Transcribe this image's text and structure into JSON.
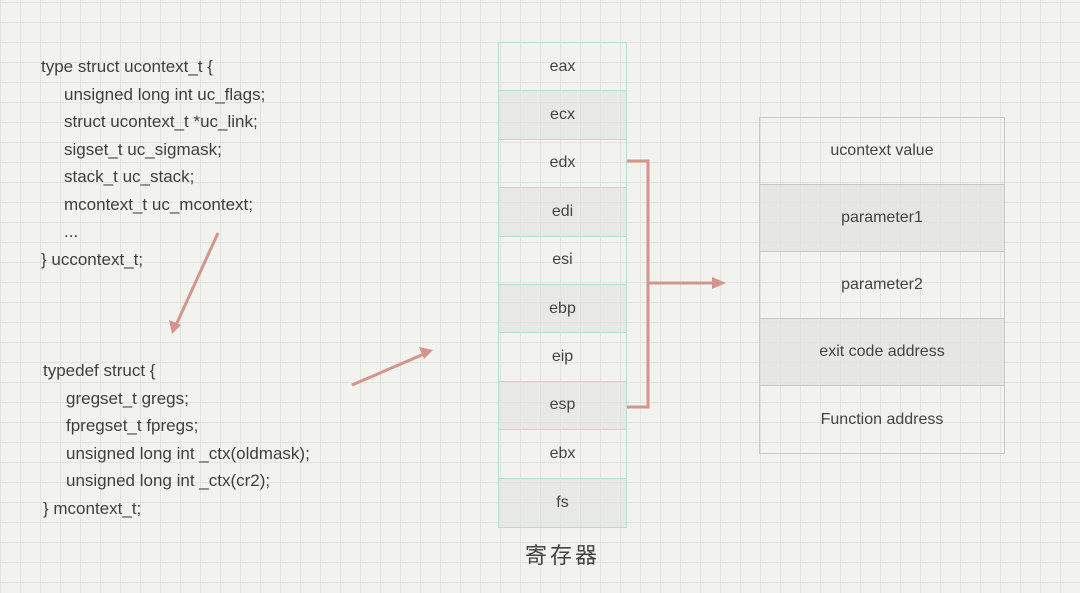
{
  "ucontext_code": [
    "type struct ucontext_t {",
    "unsigned long int uc_flags;",
    "struct ucontext_t *uc_link;",
    "sigset_t uc_sigmask;",
    "stack_t uc_stack;",
    "mcontext_t uc_mcontext;",
    "...",
    "} uccontext_t;"
  ],
  "mcontext_code": [
    "typedef struct {",
    "gregset_t gregs;",
    "fpregset_t fpregs;",
    "unsigned long int _ctx(oldmask);",
    "unsigned long int _ctx(cr2);",
    "} mcontext_t;"
  ],
  "registers": [
    "eax",
    "ecx",
    "edx",
    "edi",
    "esi",
    "ebp",
    "eip",
    "esp",
    "ebx",
    "fs"
  ],
  "registers_caption": "寄存器",
  "stack": [
    "ucontext value",
    "parameter1",
    "parameter2",
    "exit code address",
    "Function address"
  ],
  "colors": {
    "arrow": "#d4968c",
    "register_border": "#bcdcd0"
  }
}
